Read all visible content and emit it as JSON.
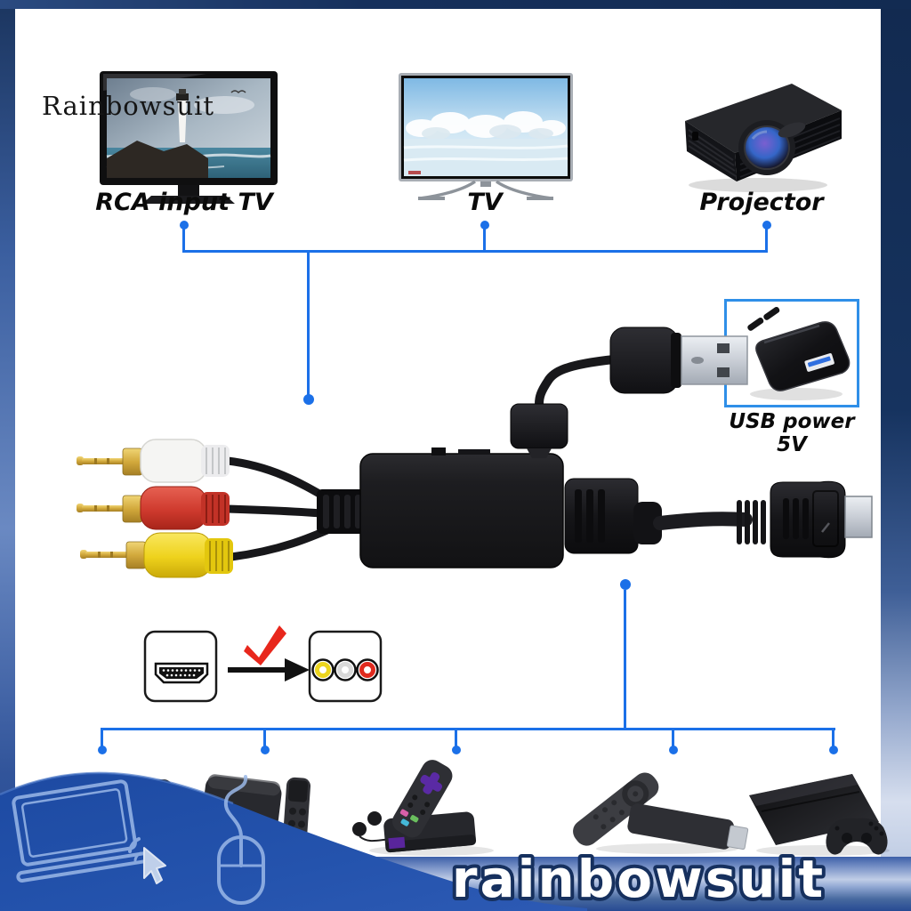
{
  "watermarks": {
    "top": "Rainbowsuit",
    "bottom": "rainbowsuit"
  },
  "top_devices": [
    {
      "name": "rca-input-tv",
      "label": "RCA input TV"
    },
    {
      "name": "tv",
      "label": "TV"
    },
    {
      "name": "projector",
      "label": "Projector"
    }
  ],
  "power_adapter": {
    "label": "USB power 5V"
  },
  "product": {
    "description_icons": [
      "white-rca-plug",
      "red-rca-plug",
      "yellow-rca-plug",
      "micro-usb-plug",
      "usb-a-connector",
      "hdmi-connector"
    ],
    "conversion_icon": {
      "from": "hdmi-port-icon",
      "to": "rca-jacks-icon",
      "mark": "red-checkmark-icon",
      "arrow": "right-arrow-icon"
    }
  },
  "bottom_devices": [
    {
      "name": "flat-screen-tv"
    },
    {
      "name": "apple-tv-with-siri-remote"
    },
    {
      "name": "roku-box-with-remote-and-earbuds"
    },
    {
      "name": "fire-tv-stick-with-alexa-remote"
    },
    {
      "name": "ps3-console-with-controller"
    }
  ],
  "wave_icons": [
    "laptop-icon",
    "click-cursor-icon",
    "mouse-icon"
  ],
  "colors": {
    "connector_blue": "#1b70e8",
    "frame_navy": "#16305e",
    "power_box_border": "#2f8fe8",
    "wave_blue": "#1d4aa2",
    "rca_white": "#f5f5f3",
    "rca_red": "#cf3a2e",
    "rca_yellow": "#f0d41c",
    "check_red": "#e8271c"
  }
}
